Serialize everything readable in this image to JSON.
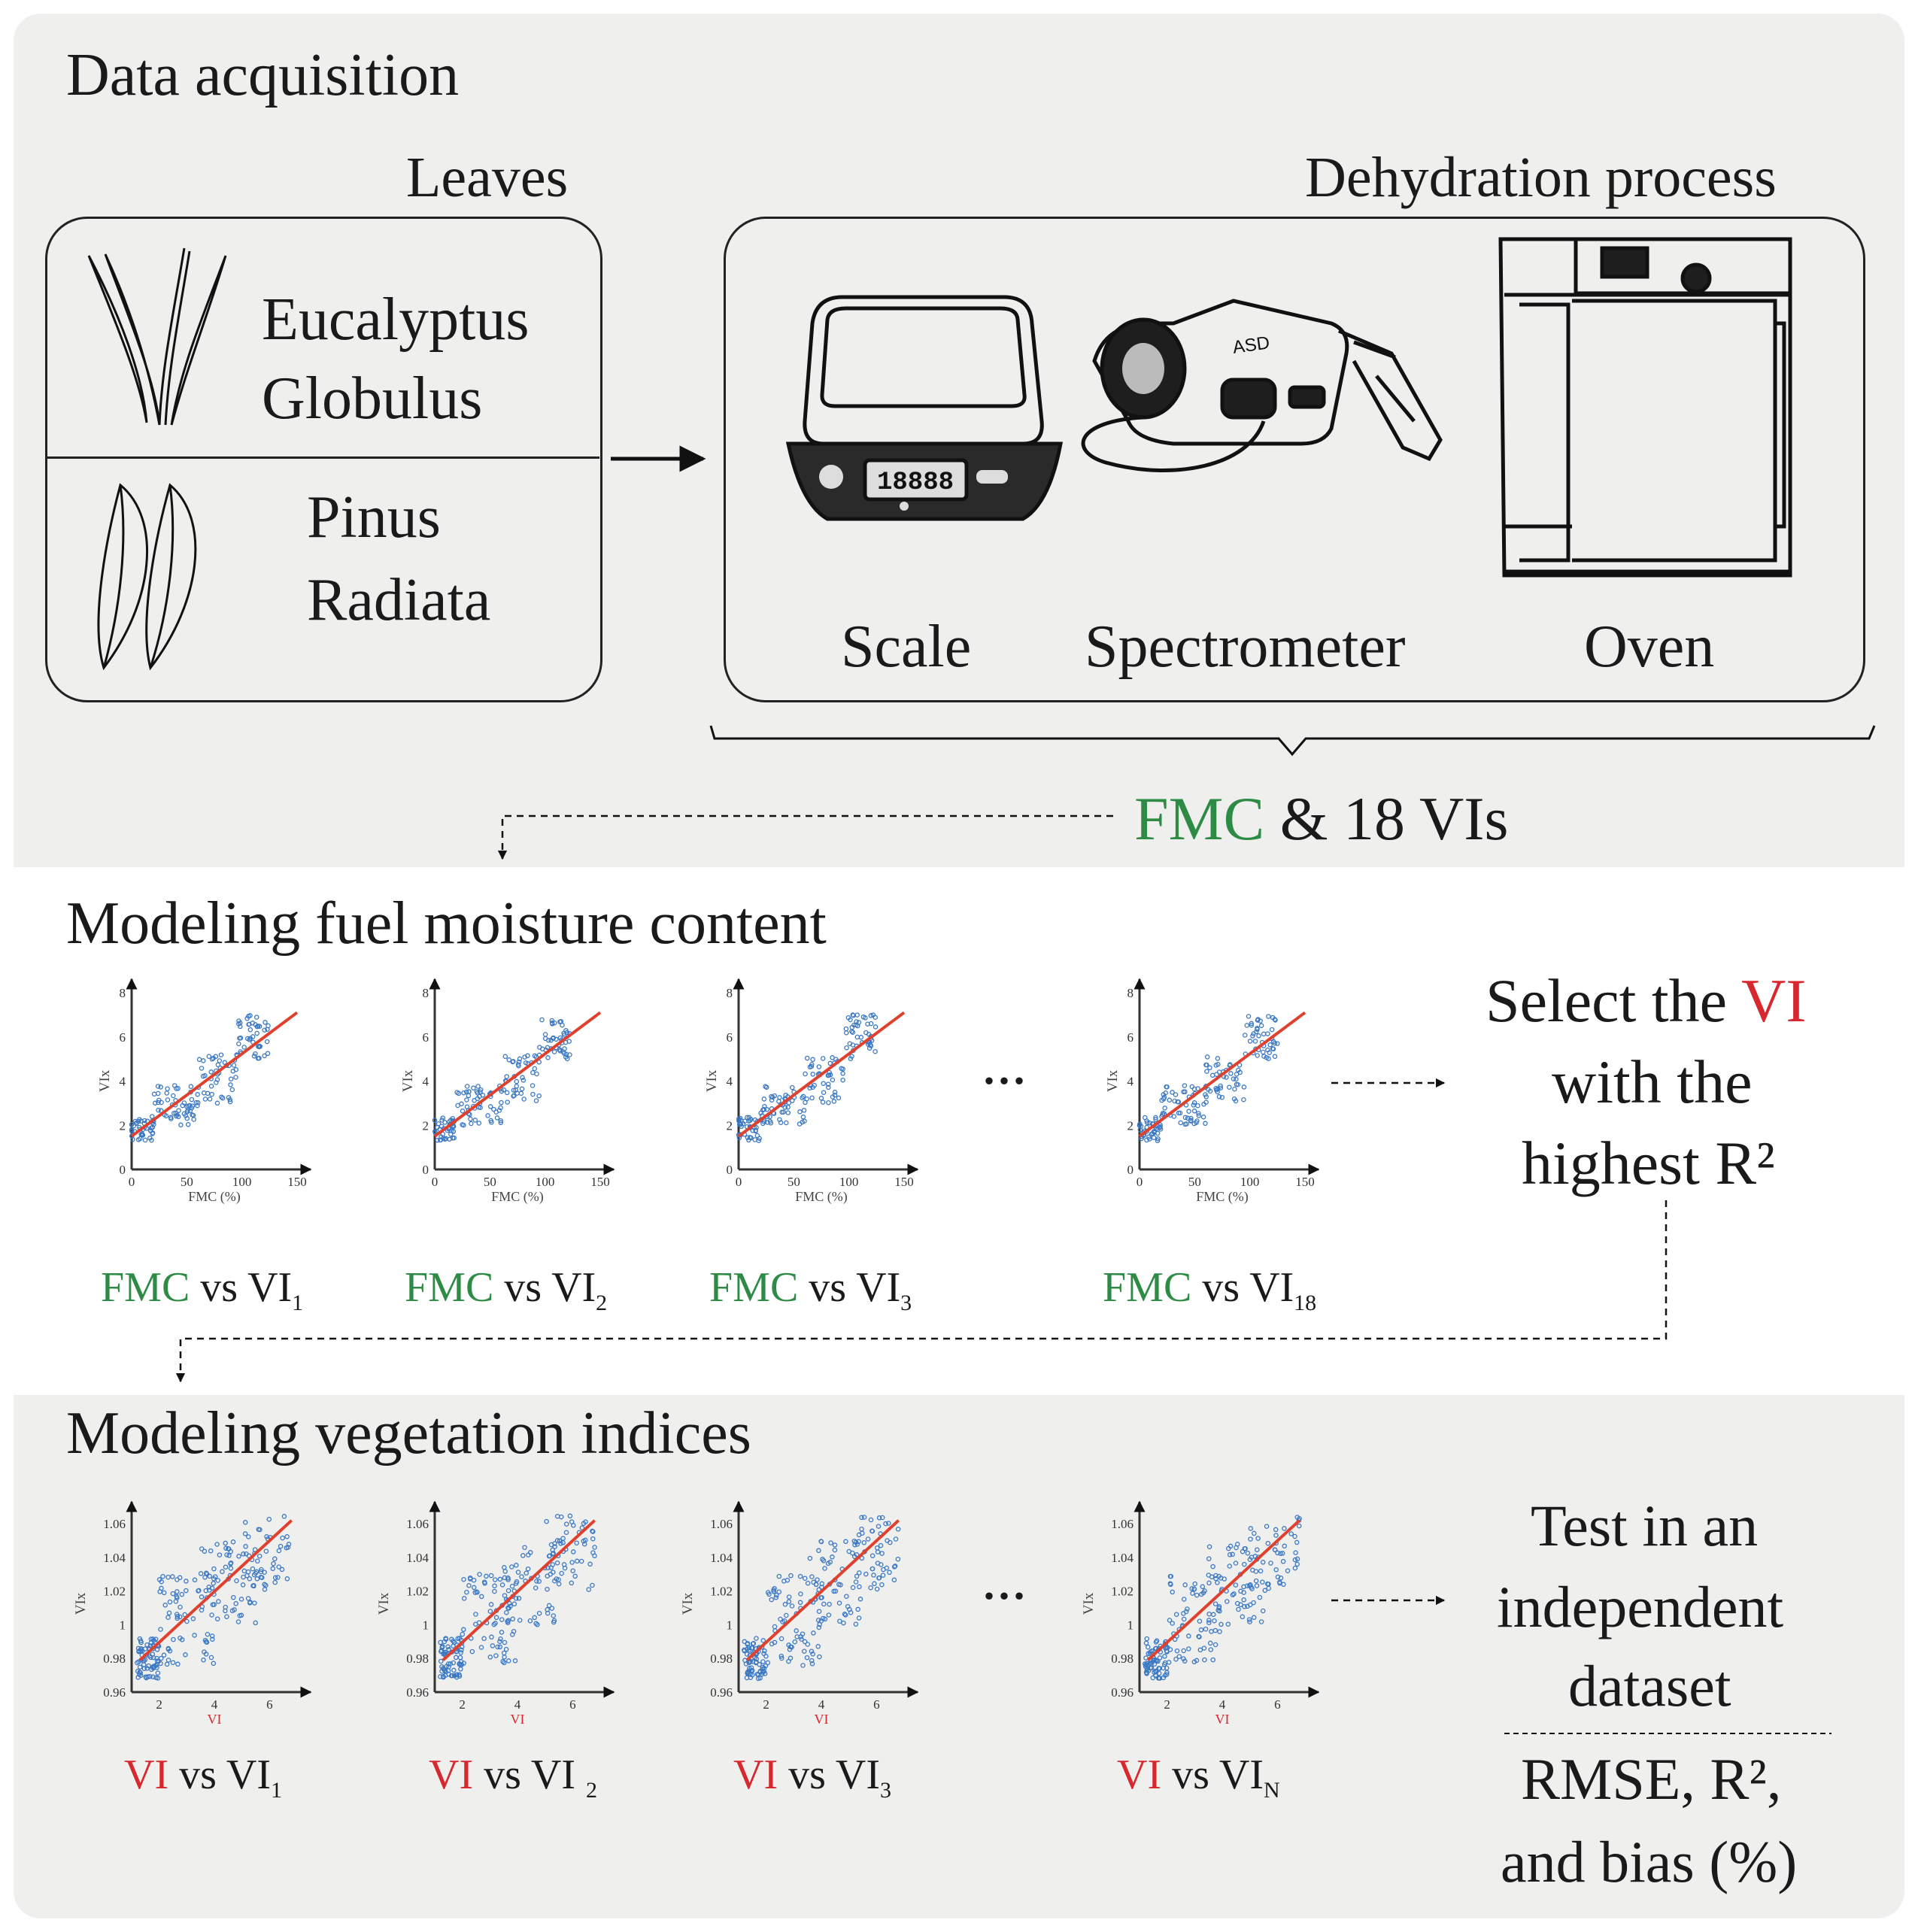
{
  "colors": {
    "green": "#2e8b45",
    "red": "#d8282f",
    "panel": "#efefee",
    "point": "#3a78c4",
    "fit": "#e0412e"
  },
  "acquisition": {
    "title": "Data acquisition",
    "leaves_title": "Leaves",
    "species_1": [
      "Eucalyptus",
      "Globulus"
    ],
    "species_2": [
      "Pinus",
      "Radiata"
    ],
    "dehydration_title": "Dehydration process",
    "instruments": [
      "Scale",
      "Spectrometer",
      "Oven"
    ],
    "scale_display": "18888",
    "spectrometer_brand": "ASD",
    "output": {
      "fmc": "FMC",
      "rest": "& 18 VIs"
    }
  },
  "fmc_model": {
    "title": "Modeling fuel moisture content",
    "ellipsis": "...",
    "select": {
      "line1_a": "Select the ",
      "line1_b": "VI",
      "line2": "with the",
      "line3": "highest R²"
    },
    "captions": [
      {
        "a": "FMC",
        "b": " vs VI",
        "sub": "1"
      },
      {
        "a": "FMC",
        "b": " vs VI",
        "sub": "2"
      },
      {
        "a": "FMC",
        "b": " vs VI",
        "sub": "3"
      },
      {
        "a": "FMC",
        "b": " vs VI",
        "sub": "18"
      }
    ]
  },
  "vi_model": {
    "title": "Modeling vegetation indices",
    "ellipsis": "...",
    "test": {
      "line1": "Test in an",
      "line2": "independent",
      "line3": "dataset",
      "line4": "RMSE, R²,",
      "line5": "and bias (%)"
    },
    "captions": [
      {
        "a": "VI",
        "b": " vs VI",
        "sub": "1"
      },
      {
        "a": "VI",
        "b": " vs VI ",
        "sub": "2"
      },
      {
        "a": "VI",
        "b": " vs VI",
        "sub": "3"
      },
      {
        "a": "VI",
        "b": " vs VI",
        "sub": "N"
      }
    ]
  },
  "chart_data": [
    {
      "type": "scatter",
      "chart_id": "fmc",
      "xlabel": "FMC (%)",
      "ylabel": "VIx",
      "xlim": [
        0,
        150
      ],
      "ylim": [
        0,
        8
      ],
      "xticks": [
        "0",
        "50",
        "100",
        "150"
      ],
      "yticks": [
        "0",
        "2",
        "4",
        "6",
        "8"
      ],
      "fit": {
        "x": [
          0,
          150
        ],
        "y": [
          1.5,
          7.1
        ]
      },
      "points_description_free": true,
      "clusters": [
        {
          "x": [
            0,
            20
          ],
          "y": [
            1.3,
            2.4
          ],
          "n": 40
        },
        {
          "x": [
            20,
            60
          ],
          "y": [
            2.0,
            3.8
          ],
          "n": 55
        },
        {
          "x": [
            60,
            95
          ],
          "y": [
            3.0,
            5.2
          ],
          "n": 45
        },
        {
          "x": [
            95,
            125
          ],
          "y": [
            5.0,
            7.0
          ],
          "n": 45
        }
      ]
    },
    {
      "type": "scatter",
      "chart_id": "vi",
      "xlabel": "VI",
      "ylabel": "VIx",
      "xlim": [
        1,
        7
      ],
      "ylim": [
        0.96,
        1.065
      ],
      "xticks": [
        "2",
        "4",
        "6"
      ],
      "yticks": [
        "0.96",
        "0.98",
        "1",
        "1.02",
        "1.04",
        "1.06"
      ],
      "fit": {
        "x": [
          1.3,
          6.8
        ],
        "y": [
          0.979,
          1.062
        ]
      },
      "clusters": [
        {
          "x": [
            1.2,
            2.0
          ],
          "y": [
            0.968,
            0.992
          ],
          "n": 70
        },
        {
          "x": [
            2.0,
            4.0
          ],
          "y": [
            0.975,
            1.03
          ],
          "n": 70
        },
        {
          "x": [
            3.5,
            5.5
          ],
          "y": [
            1.0,
            1.05
          ],
          "n": 60
        },
        {
          "x": [
            5.0,
            6.8
          ],
          "y": [
            1.02,
            1.065
          ],
          "n": 50
        }
      ]
    }
  ]
}
